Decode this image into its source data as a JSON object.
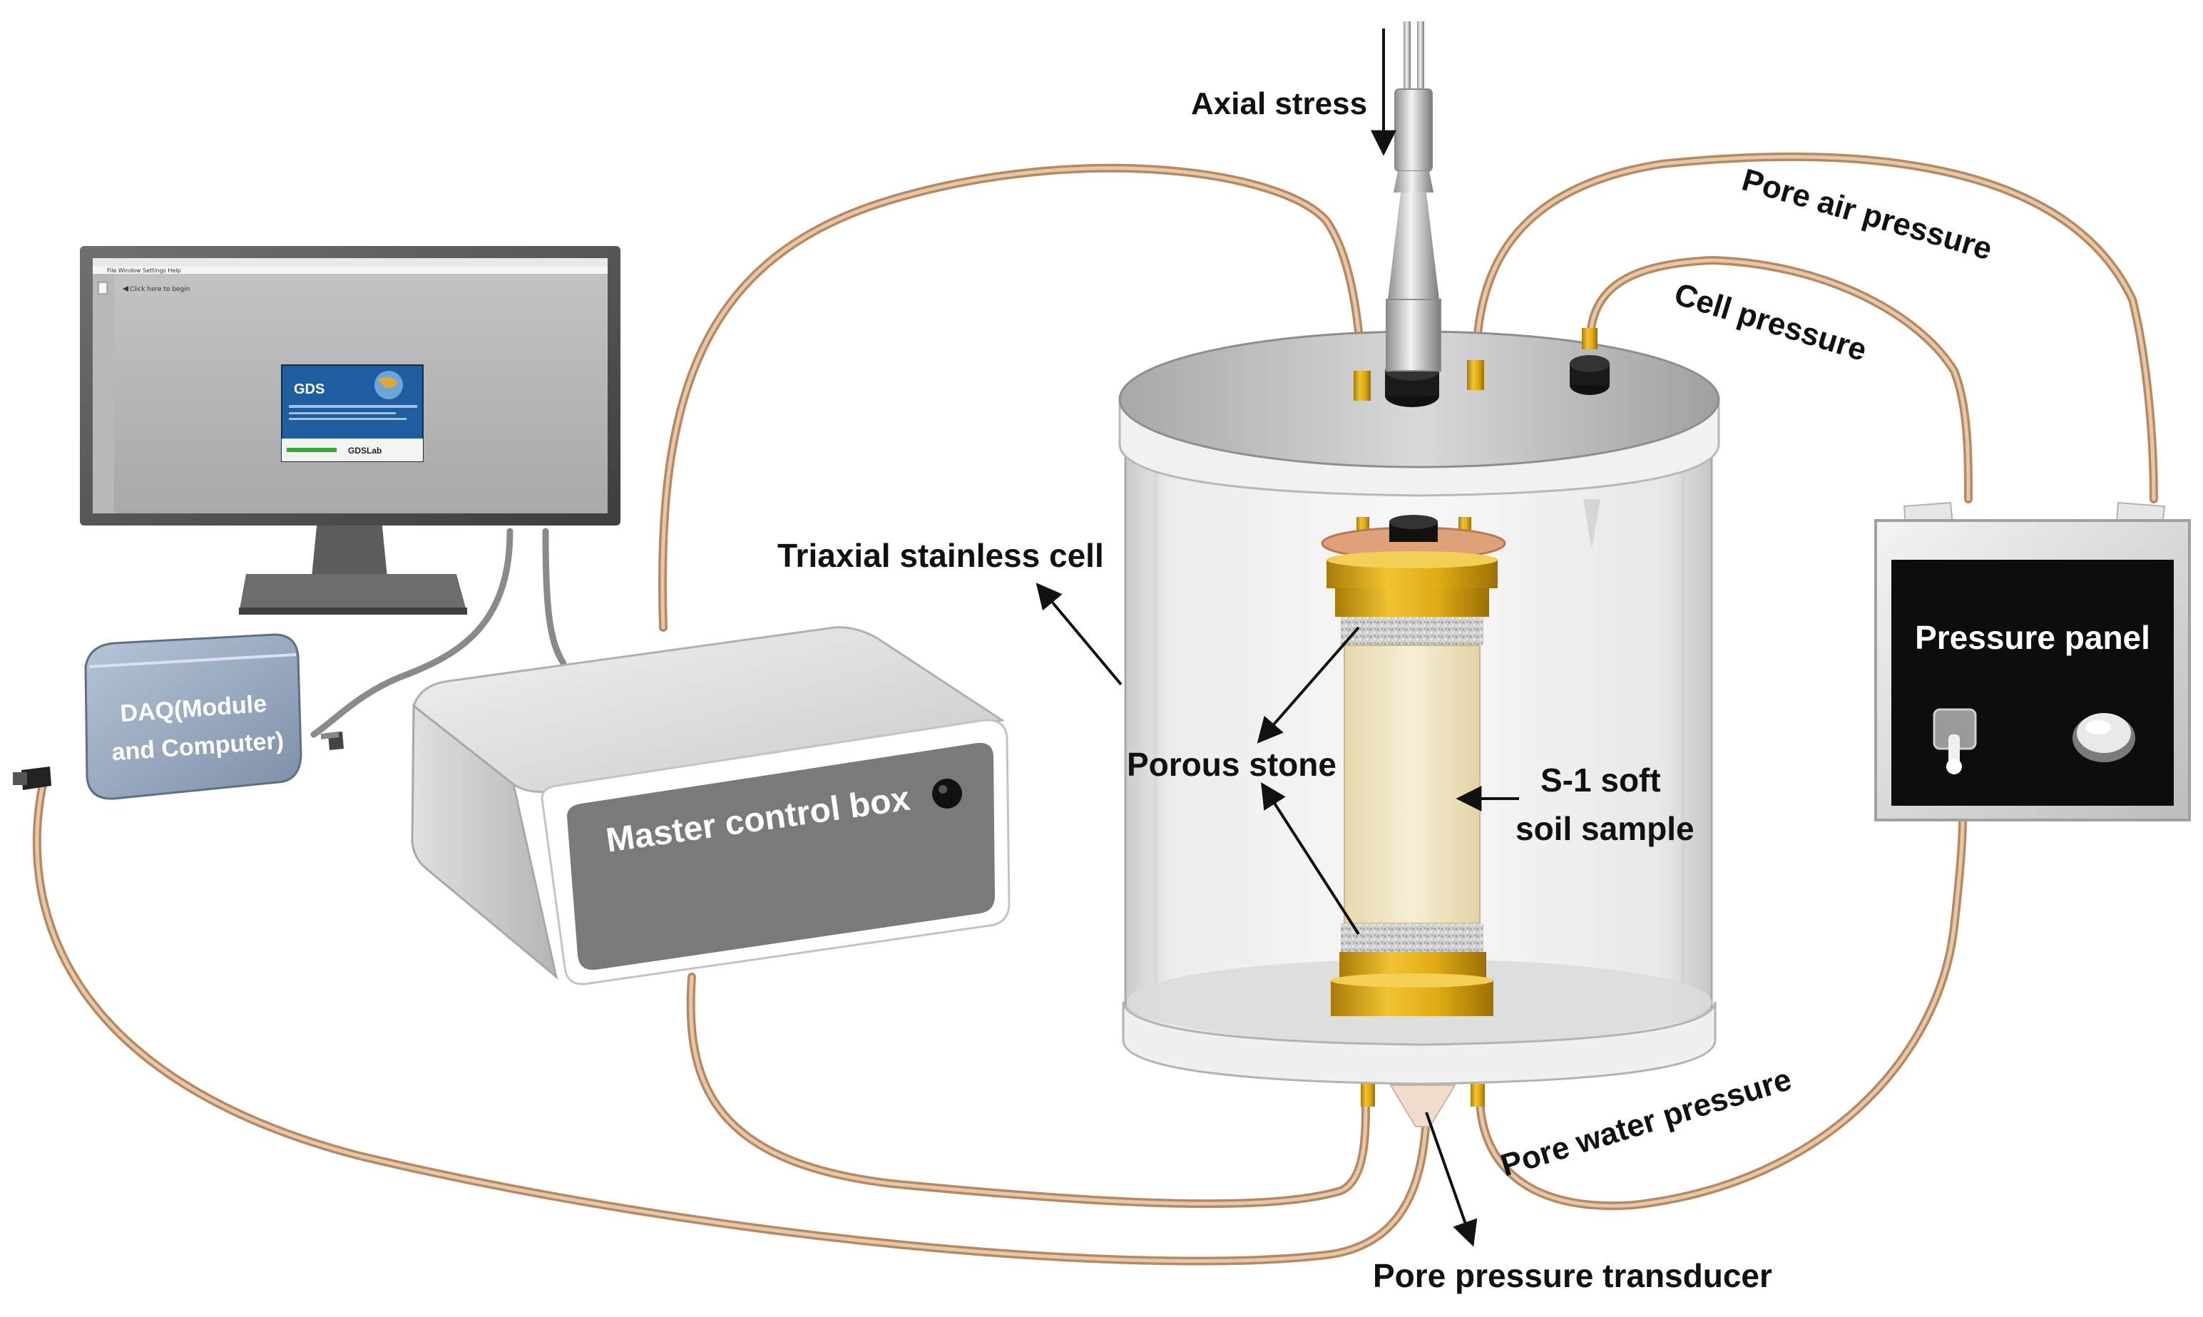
{
  "colors": {
    "tube": "#d9b08f",
    "brass": "#d4a017",
    "cell_lid": "#8c8c8c",
    "panel_face": "#0d0d0d",
    "box_face": "#7f7f7f",
    "sample": "#efe4c0"
  },
  "labels": {
    "axial_stress": "Axial stress",
    "pore_air_pressure": "Pore air pressure",
    "cell_pressure": "Cell pressure",
    "triaxial_cell": "Triaxial stainless cell",
    "porous_stone": "Porous stone",
    "sample_line1": "S-1 soft",
    "sample_line2": "soil sample",
    "pressure_panel": "Pressure panel",
    "master_control_box": "Master control box",
    "daq_line1": "DAQ(Module",
    "daq_line2": "and Computer)",
    "pore_water_pressure": "Pore water pressure",
    "pore_pressure_transducer": "Pore pressure transducer"
  },
  "monitor": {
    "menu": "File  Window  Settings  Help",
    "start_hint": "Click here to begin",
    "splash_logo": "GDS",
    "splash_product": "GDSLab"
  },
  "icons": {
    "axial_arrow": "arrow-down-icon",
    "knob": "knob-icon",
    "toggle": "toggle-switch-icon",
    "power": "power-button-icon"
  }
}
